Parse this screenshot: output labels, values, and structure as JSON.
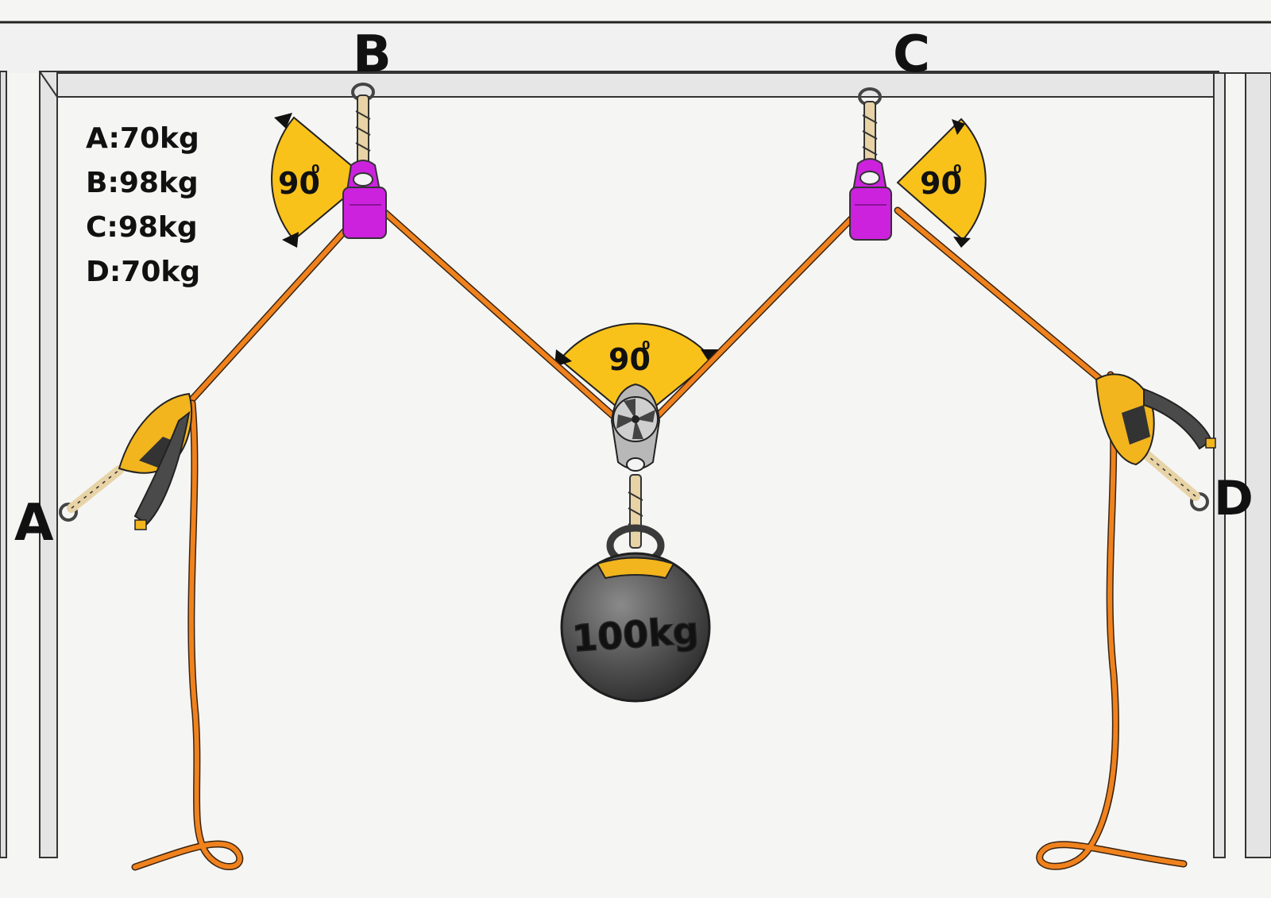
{
  "anchors": {
    "a": "A",
    "b": "B",
    "c": "C",
    "d": "D"
  },
  "loads": [
    {
      "label": "A:70kg"
    },
    {
      "label": "B:98kg"
    },
    {
      "label": "C:98kg"
    },
    {
      "label": "D:70kg"
    }
  ],
  "angles": {
    "left": "90",
    "center": "90",
    "right": "90",
    "degree_mark": "0"
  },
  "weight": {
    "label": "100kg"
  },
  "colors": {
    "rope": "#f0821e",
    "angle_fill": "#f9c21a",
    "pulley": "#cc22dd",
    "device": "#f2b51e",
    "weight": "#4a4a4a",
    "frame": "#e8e8e8"
  }
}
